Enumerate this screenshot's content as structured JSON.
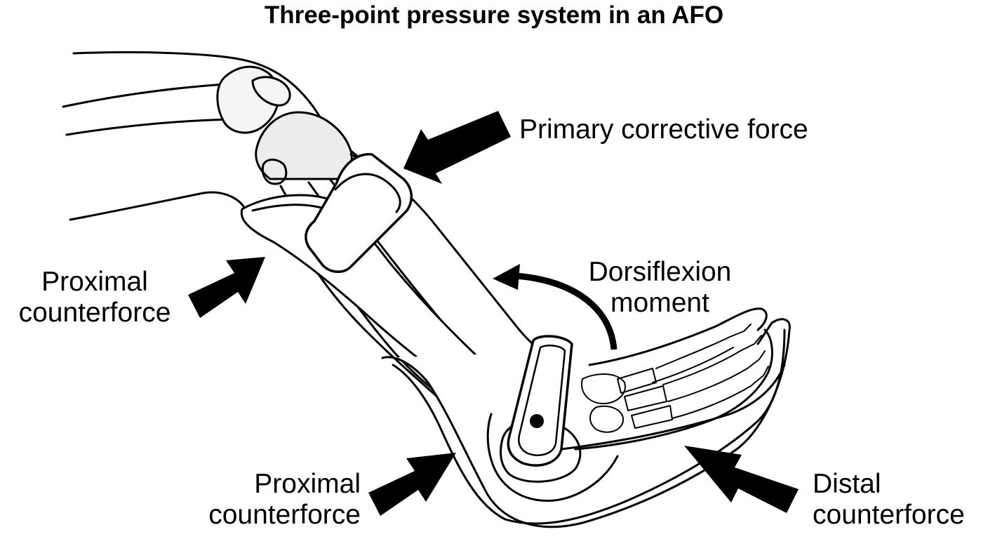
{
  "title": "Three-point pressure system in an AFO",
  "labels": {
    "primary": "Primary corrective force",
    "proximal_upper": [
      "Proximal",
      "counterforce"
    ],
    "dorsiflexion": [
      "Dorsiflexion",
      "moment"
    ],
    "proximal_lower": [
      "Proximal",
      "counterforce"
    ],
    "distal": [
      "Distal",
      "counterforce"
    ]
  },
  "colors": {
    "ink": "#000000",
    "paper": "#ffffff",
    "bone_shade": "#e6e6e6"
  }
}
